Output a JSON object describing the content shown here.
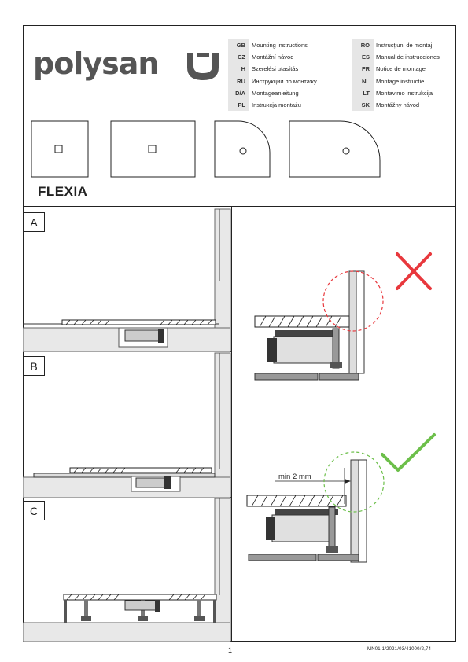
{
  "brand": {
    "name": "polysan"
  },
  "languages_left": [
    {
      "code": "GB",
      "text": "Mounting instructions"
    },
    {
      "code": "CZ",
      "text": "Montážní návod"
    },
    {
      "code": "H",
      "text": "Szerelési utasítás"
    },
    {
      "code": "RU",
      "text": "Инструкции по монтажу"
    },
    {
      "code": "D/A",
      "text": "Montageanleitung"
    },
    {
      "code": "PL",
      "text": "Instrukcja montażu"
    }
  ],
  "languages_right": [
    {
      "code": "RO",
      "text": "Instrucțiuni de montaj"
    },
    {
      "code": "ES",
      "text": "Manual de instrucciones"
    },
    {
      "code": "FR",
      "text": "Notice de montage"
    },
    {
      "code": "NL",
      "text": "Montage instructie"
    },
    {
      "code": "LT",
      "text": "Montavimo instrukcija"
    },
    {
      "code": "SK",
      "text": "Montážny návod"
    }
  ],
  "product": {
    "title": "FLEXIA"
  },
  "steps": {
    "a": "A",
    "b": "B",
    "c": "C"
  },
  "annotation": {
    "gap": "min 2 mm"
  },
  "footer": {
    "page": "1",
    "code": "MN01 1/2021/03/41000/2,74"
  },
  "colors": {
    "wrong": "#e8383d",
    "right": "#6cbf4a",
    "wall_fill": "#e8e8e8"
  }
}
